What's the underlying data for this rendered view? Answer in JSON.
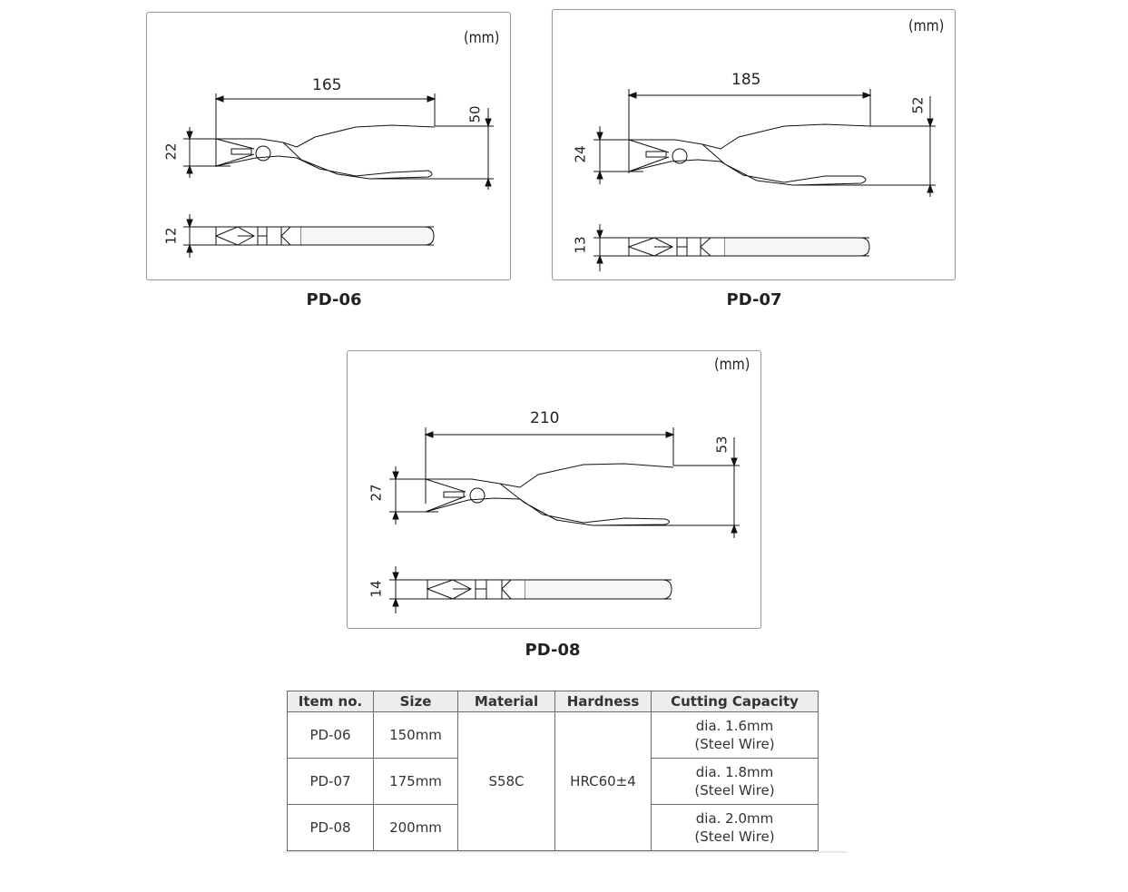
{
  "unit_label": "(mm)",
  "diagrams": [
    {
      "caption": "PD-06",
      "length": "165",
      "height": "50",
      "jaw": "22",
      "thickness": "12"
    },
    {
      "caption": "PD-07",
      "length": "185",
      "height": "52",
      "jaw": "24",
      "thickness": "13"
    },
    {
      "caption": "PD-08",
      "length": "210",
      "height": "53",
      "jaw": "27",
      "thickness": "14"
    }
  ],
  "table": {
    "headers": [
      "Item no.",
      "Size",
      "Material",
      "Hardness",
      "Cutting Capacity"
    ],
    "rows": [
      {
        "item": "PD-06",
        "size": "150mm",
        "capacity_1": "dia. 1.6mm",
        "capacity_2": "(Steel Wire)"
      },
      {
        "item": "PD-07",
        "size": "175mm",
        "capacity_1": "dia. 1.8mm",
        "capacity_2": "(Steel Wire)"
      },
      {
        "item": "PD-08",
        "size": "200mm",
        "capacity_1": "dia. 2.0mm",
        "capacity_2": "(Steel Wire)"
      }
    ],
    "material": "S58C",
    "hardness": "HRC60±4"
  }
}
